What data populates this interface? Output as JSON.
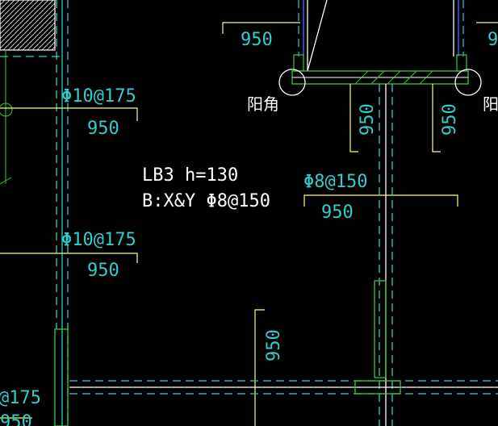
{
  "colors": {
    "background": "#000000",
    "rebar": "#ffff66",
    "dim_text": "#33cccc",
    "label_text": "#ffffff",
    "wall_line": "#33cccc",
    "hatch": "#33cc33",
    "node_circle": "#ffffff",
    "slab_line": "#ffffff"
  },
  "labels": {
    "rebar_left_top": "Φ10@175",
    "rebar_left_mid": "Φ10@175",
    "rebar_left_bottom": "@175",
    "rebar_center": "Φ8@150",
    "slab_name": "LB3 h=130",
    "slab_spec": "B:X&Y Φ8@150",
    "corner_left": "阳角",
    "corner_right": "阳",
    "dim_950": "950",
    "dim_9": "9"
  }
}
